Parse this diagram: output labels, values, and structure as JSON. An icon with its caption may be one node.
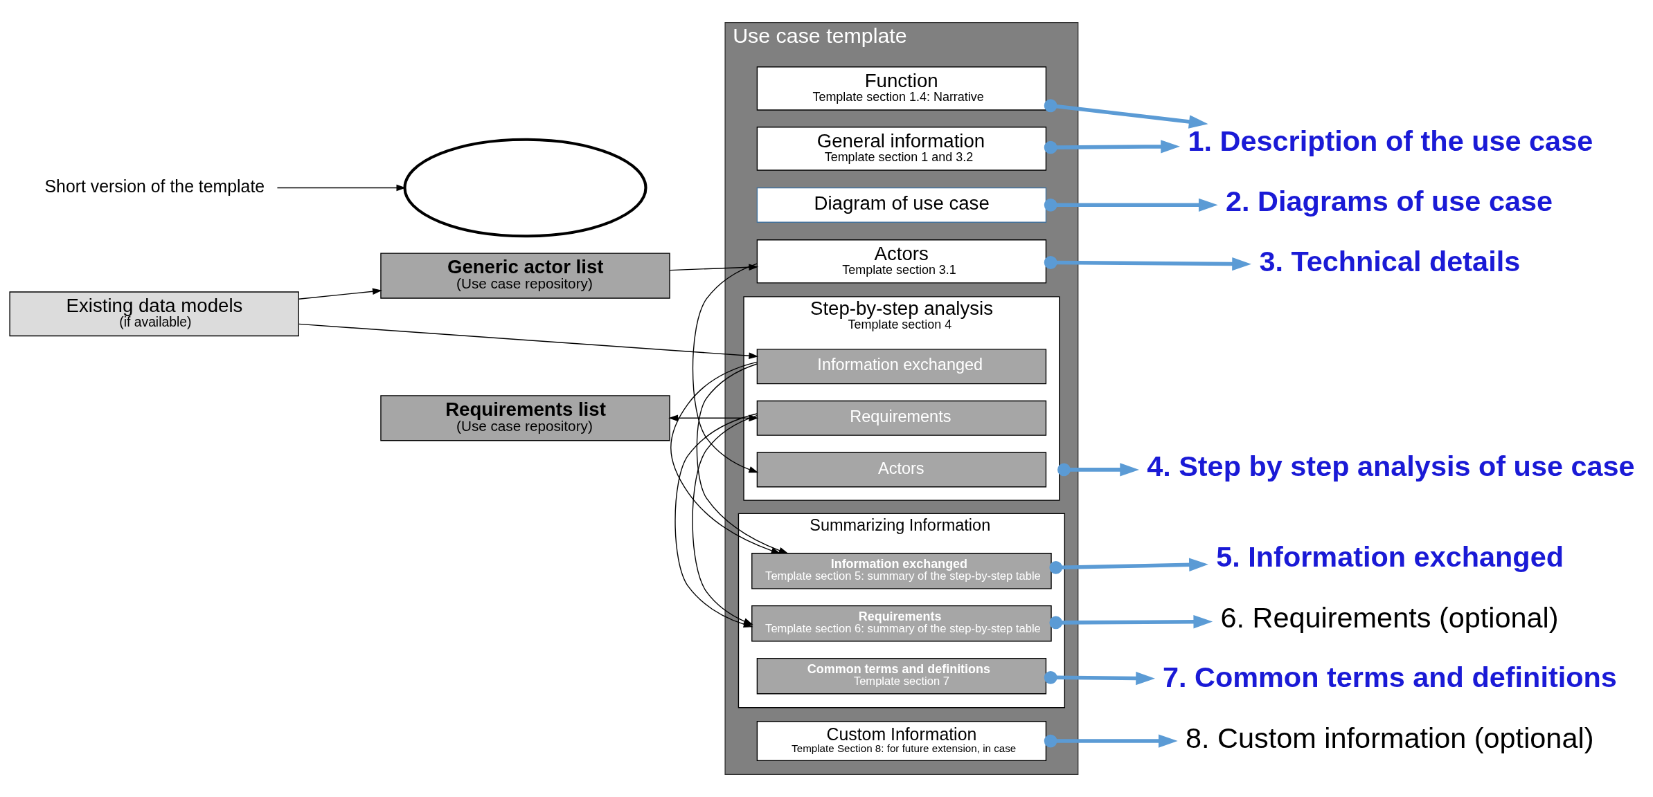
{
  "diagram": {
    "nodes": [
      {
        "text": [
          "Existing data models",
          "(if available)"
        ]
      },
      {
        "text": [
          "Generic actor list",
          "(Use case repository)"
        ]
      },
      {
        "text": [
          "Requirements list",
          "(Use case repository)"
        ]
      },
      {
        "text": [
          "Short version of the template"
        ]
      },
      {
        "text": [],
        "shape": "ellipse"
      },
      {
        "text": [
          "Use case template"
        ]
      },
      {
        "text": [
          "General information",
          "Template section 1 and 3.2"
        ],
        "in": 5
      },
      {
        "text": [
          "Function",
          "Template section 1.4: Narrative"
        ],
        "in": 5
      },
      {
        "text": [
          "Diagram of use case"
        ],
        "in": 5
      },
      {
        "text": [
          "Actors",
          "Template section 3.1"
        ],
        "in": 5
      },
      {
        "text": [
          "Step-by-step analysis",
          "Template section 4"
        ],
        "in": 5
      },
      {
        "text": [
          "Actors"
        ],
        "in": 10
      },
      {
        "text": [
          "Information exchanged"
        ],
        "in": 10
      },
      {
        "text": [
          "Requirements"
        ],
        "in": 10
      },
      {
        "text": [
          "Summarizing Information"
        ],
        "in": 5
      },
      {
        "text": [
          "Information exchanged",
          "Template section 5: summary of the step-by-step table"
        ],
        "in": 14
      },
      {
        "text": [
          "Requirements",
          "Template section 6: summary of the step-by-step table"
        ],
        "in": 14
      },
      {
        "text": [
          "Common terms and definitions",
          "Template section 7"
        ],
        "in": 14
      },
      {
        "text": [
          "Custom Information",
          "Template Section 8: for future extension, in case"
        ],
        "in": 5
      },
      {
        "text": [
          "1. Description of the use case"
        ]
      },
      {
        "text": [
          "2. Diagrams of use case"
        ]
      },
      {
        "text": [
          "3. Technical details"
        ]
      },
      {
        "text": [
          "4. Step by step analysis of use case"
        ]
      },
      {
        "text": [
          "5. Information exchanged"
        ]
      },
      {
        "text": [
          "6. Requirements (optional)"
        ]
      },
      {
        "text": [
          "7. Common terms and definitions"
        ]
      },
      {
        "text": [
          "8. Custom information (optional)"
        ]
      }
    ],
    "edges": [
      {
        "from": 0,
        "to": 1,
        "arrow": "to",
        "color": "#000000"
      },
      {
        "from": 0,
        "to": 12,
        "arrow": "to",
        "color": "#000000"
      },
      {
        "from": 1,
        "to": 9,
        "arrow": "to",
        "color": "#000000"
      },
      {
        "from": 2,
        "to": 13,
        "arrow": "both",
        "color": "#000000"
      },
      {
        "from": 3,
        "to": 4,
        "arrow": "to",
        "color": "#000000"
      },
      {
        "from": 9,
        "to": 11,
        "arrow": "to",
        "color": "#000000"
      },
      {
        "from": 12,
        "to": 15,
        "arrow": "to",
        "color": "#000000"
      },
      {
        "from": 13,
        "to": 16,
        "arrow": "to",
        "color": "#000000"
      },
      {
        "from": 6,
        "to": 19,
        "arrow": "to"
      },
      {
        "from": 7,
        "to": 19,
        "arrow": "to"
      },
      {
        "from": 8,
        "to": 20,
        "arrow": "to"
      },
      {
        "from": 9,
        "to": 21,
        "arrow": "to"
      },
      {
        "from": 10,
        "to": 22,
        "arrow": "to"
      },
      {
        "from": 15,
        "to": 23,
        "arrow": "to"
      },
      {
        "from": 16,
        "to": 24,
        "arrow": "to"
      },
      {
        "from": 17,
        "to": 25,
        "arrow": "to"
      },
      {
        "from": 18,
        "to": 26,
        "arrow": "to"
      }
    ]
  }
}
